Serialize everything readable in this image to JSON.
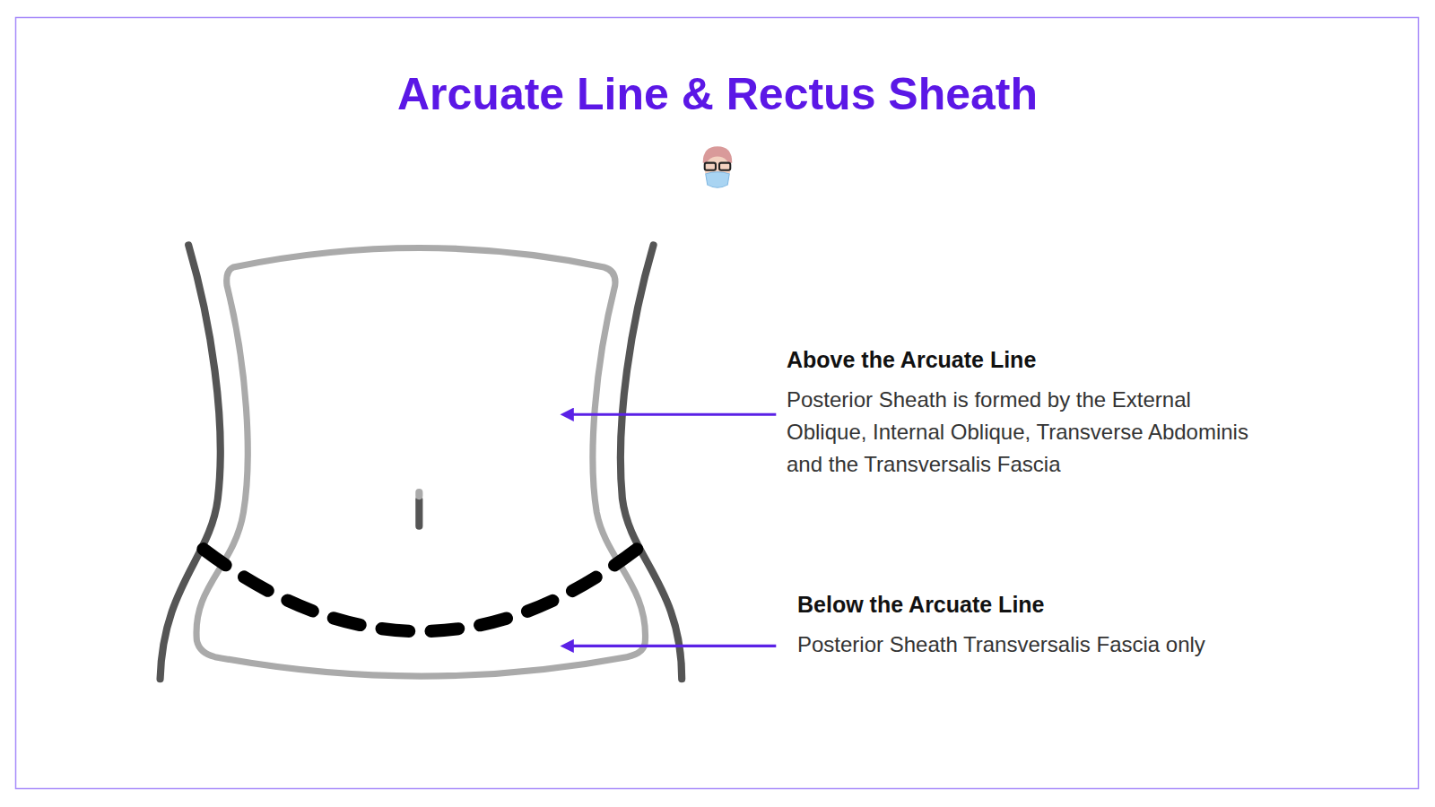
{
  "diagram": {
    "title": "Arcuate Line & Rectus Sheath",
    "labels": [
      "Above the Arcuate Line",
      "Posterior Sheath is formed by the External Oblique, Internal Oblique, Transverse Abdominis and the Transversalis Fascia",
      "Below the Arcuate Line",
      "Posterior Sheath Transversalis Fascia only"
    ]
  }
}
